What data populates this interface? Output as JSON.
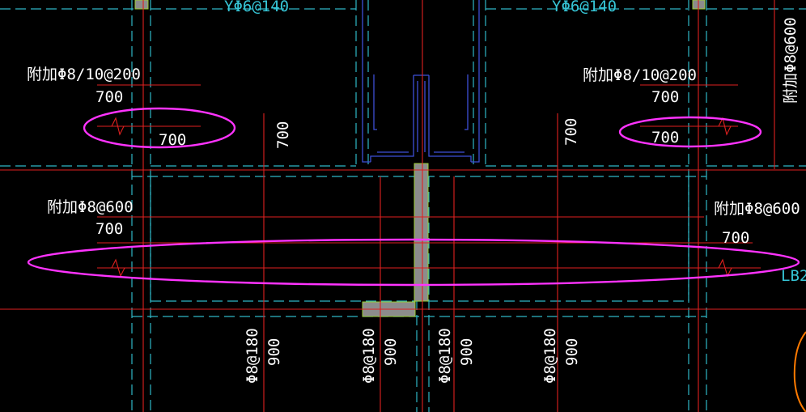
{
  "colors": {
    "background": "#000000",
    "rebar": "#e0201f",
    "dashed": "#2fb7c6",
    "wall": "#3e4fd6",
    "column": "#8c8c8c",
    "highlight": "#ff33ff",
    "text": "#ffffff",
    "label": "#36c5d6",
    "arc": "#ff7a00"
  },
  "labels": {
    "top_rebar_left": "YΦ6@140",
    "top_rebar_right": "YΦ6@140",
    "add_left_upper": "附加Φ8/10@200",
    "add_right_upper": "附加Φ8/10@200",
    "add_left_lower": "附加Φ8@600",
    "add_right_lower": "附加Φ8@600",
    "right_edge_vertical": "附加Φ8@600",
    "len_700_a": "700",
    "len_700_b": "700",
    "len_700_c": "700",
    "len_700_d": "700",
    "len_700_e": "700",
    "len_700_f": "700",
    "len_700_g": "700",
    "len_700_h": "700",
    "beam_code": "LB2",
    "bot_spec_1": "Φ8@180",
    "bot_len_1": "900",
    "bot_spec_2": "Φ8@180",
    "bot_len_2": "900",
    "bot_spec_3": "Φ8@180",
    "bot_len_3": "900",
    "bot_spec_4": "Φ8@180",
    "bot_len_4": "900"
  }
}
